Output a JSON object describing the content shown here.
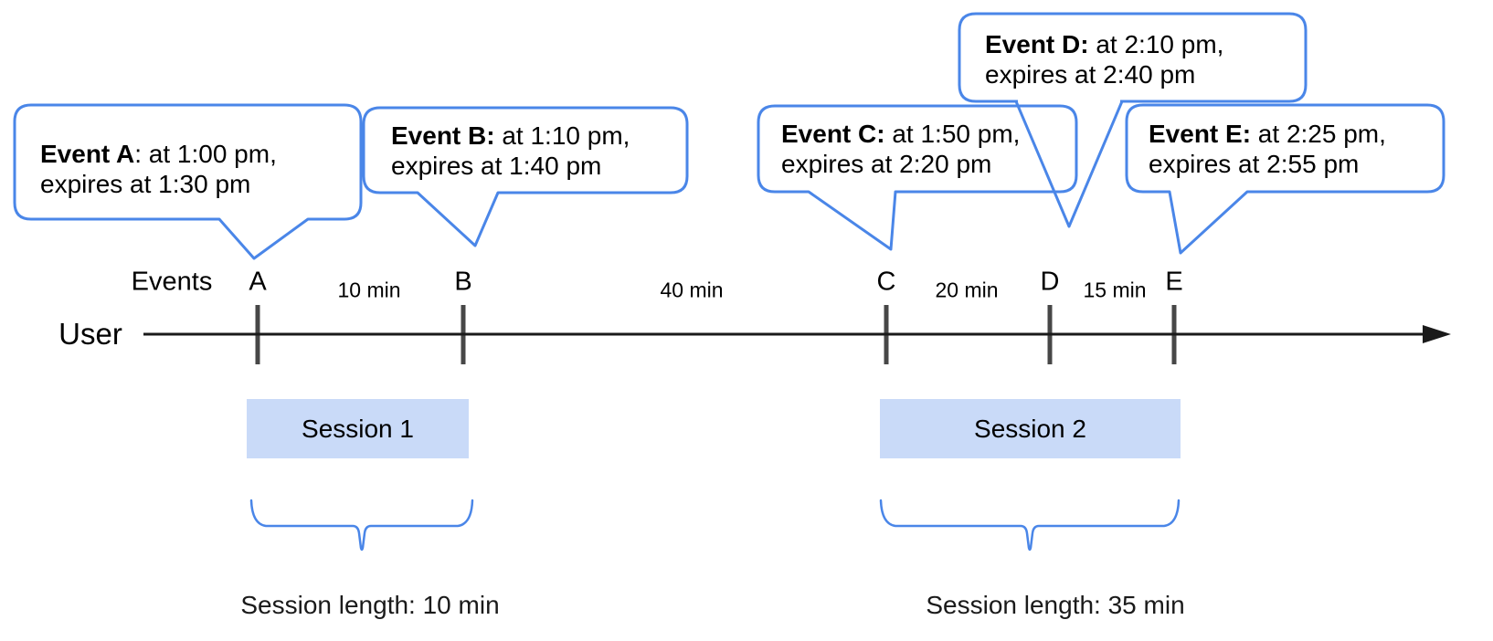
{
  "diagram": {
    "axis": {
      "events_label": "Events",
      "user_label": "User"
    },
    "ticks": [
      {
        "label": "A"
      },
      {
        "label": "B"
      },
      {
        "label": "C"
      },
      {
        "label": "D"
      },
      {
        "label": "E"
      }
    ],
    "intervals": [
      {
        "label": "10 min"
      },
      {
        "label": "40 min"
      },
      {
        "label": "20 min"
      },
      {
        "label": "15 min"
      }
    ],
    "callouts": [
      {
        "event": "A",
        "bold": "Event A",
        "rest": ": at 1:00 pm,",
        "line2": "expires at 1:30 pm"
      },
      {
        "event": "B",
        "bold": "Event B:",
        "rest": " at 1:10 pm,",
        "line2": "expires at 1:40 pm"
      },
      {
        "event": "C",
        "bold": "Event C:",
        "rest": " at 1:50 pm,",
        "line2": "expires at 2:20 pm"
      },
      {
        "event": "D",
        "bold": "Event D:",
        "rest": " at 2:10 pm,",
        "line2": "expires at 2:40 pm"
      },
      {
        "event": "E",
        "bold": "Event E:",
        "rest": " at 2:25 pm,",
        "line2": "expires at 2:55 pm"
      }
    ],
    "sessions": [
      {
        "label": "Session 1",
        "length_label": "Session length: 10 min"
      },
      {
        "label": "Session 2",
        "length_label": "Session length: 35 min"
      }
    ],
    "colors": {
      "callout_border": "#4a86e8",
      "brace": "#4a86e8",
      "session_fill": "#c9daf8",
      "tick": "#474747",
      "axis": "#1a1a1a",
      "text": "#000000"
    }
  }
}
